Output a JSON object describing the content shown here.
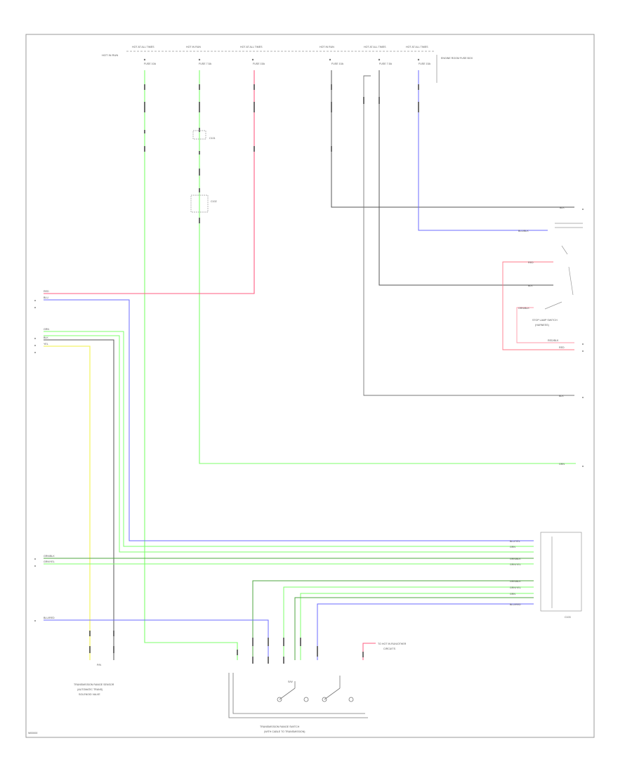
{
  "diagram": {
    "footer_code": "W00000",
    "colors": {
      "red": "#ff5c82",
      "blue": "#6b6bff",
      "green": "#7dff6b",
      "dkgreen": "#4fa640",
      "yellow": "#f4f46a",
      "black": "#555555",
      "pink": "#ff7a8a",
      "lightred": "#ff9aa8"
    },
    "top_labels": {
      "hot_run": "HOT IN RUN",
      "fuse1_t": "HOT AT ALL TIMES",
      "fuse1_s": "FUSE 10A",
      "fuse2_t": "HOT IN RUN",
      "fuse2_s": "FUSE 7.5A",
      "fuse3_t": "HOT AT ALL TIMES",
      "fuse3_s": "FUSE 15A",
      "fuse4_t": "HOT IN RUN",
      "fuse4_s": "FUSE 10A",
      "fuse5_t": "HOT AT ALL TIMES",
      "fuse5_s": "FUSE 7.5A",
      "fuse6_t": "HOT AT ALL TIMES",
      "fuse6_s": "FUSE 15A",
      "fuse_box": "ENGINE ROOM FUSE BOX"
    },
    "connectors": {
      "c_mid1": "C101",
      "c_mid2": "C102",
      "c_bottom": "C103"
    },
    "left_wires": {
      "red": "RED",
      "blue": "BLU",
      "grn": "GRN",
      "blk": "BLK",
      "yel": "YEL",
      "grn_blk": "GRN/BLK",
      "grn_yel": "GRN/YEL",
      "blu_red": "BLU/RED"
    },
    "right_wires": {
      "r1": "BLK",
      "r2": "BLU/BLK",
      "r3": "RED",
      "r4": "BLK",
      "r5": "GRN/BLK",
      "r6": "RED/BLK",
      "r7": "RED",
      "r8": "BLK",
      "r9": "GRN",
      "r10": "BLU/YEL",
      "r11": "GRN",
      "r12": "GRN/BLK",
      "r13": "GRN/YEL",
      "r14": "GRN/BLK",
      "r15": "GRN/YEL",
      "r16": "GRN",
      "r17": "BLU/RED"
    },
    "components": {
      "stop_lamp_switch": "STOP LAMP SWITCH",
      "stop_lamp_sub": "(HARNESS)",
      "tcm": "TRANSMISSION RANGE SENSOR",
      "tcm_sub": "(AUTOMATIC TRANS)",
      "tcm_sub2": "SOLENOID VALVE",
      "shift_sw": "TRANSMISSION RANGE SWITCH",
      "shift_sw_sub": "(WITH CABLE TO TRANSMISSION)",
      "ground_note": "TO HOT IN RUN/OTHER",
      "ground_note2": "CIRCUITS",
      "p_label": "P/N",
      "sw_label": "S/W"
    }
  }
}
